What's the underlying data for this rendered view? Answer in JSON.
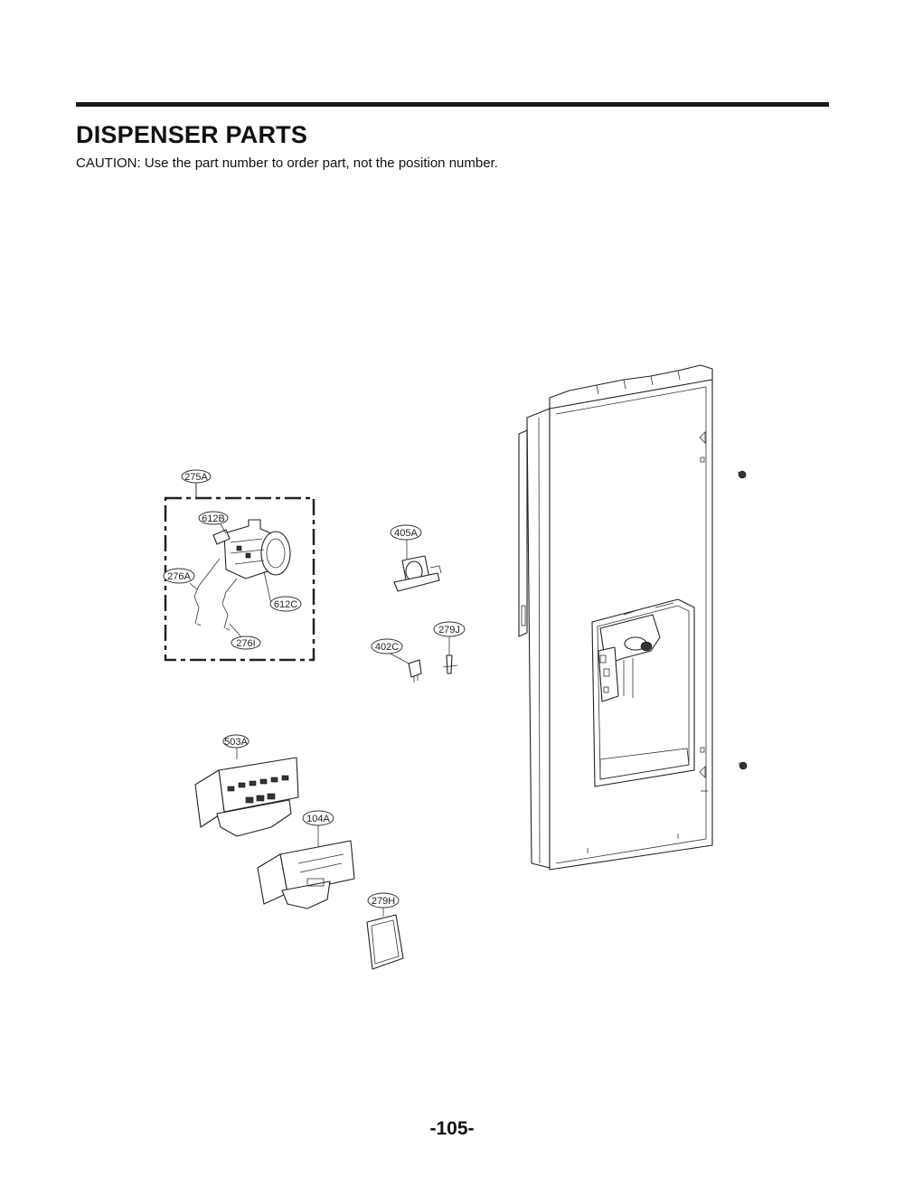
{
  "header": {
    "title": "DISPENSER PARTS",
    "caution": "CAUTION: Use the part number to order part, not the position number."
  },
  "callouts": {
    "c275A": "275A",
    "c612B": "612B",
    "c276A": "276A",
    "c612C": "612C",
    "c276I": "276I",
    "c405A": "405A",
    "c279J": "279J",
    "c402C": "402C",
    "c503A": "503A",
    "c104A": "104A",
    "c279H": "279H"
  },
  "footer": {
    "page_number": "-105-"
  }
}
